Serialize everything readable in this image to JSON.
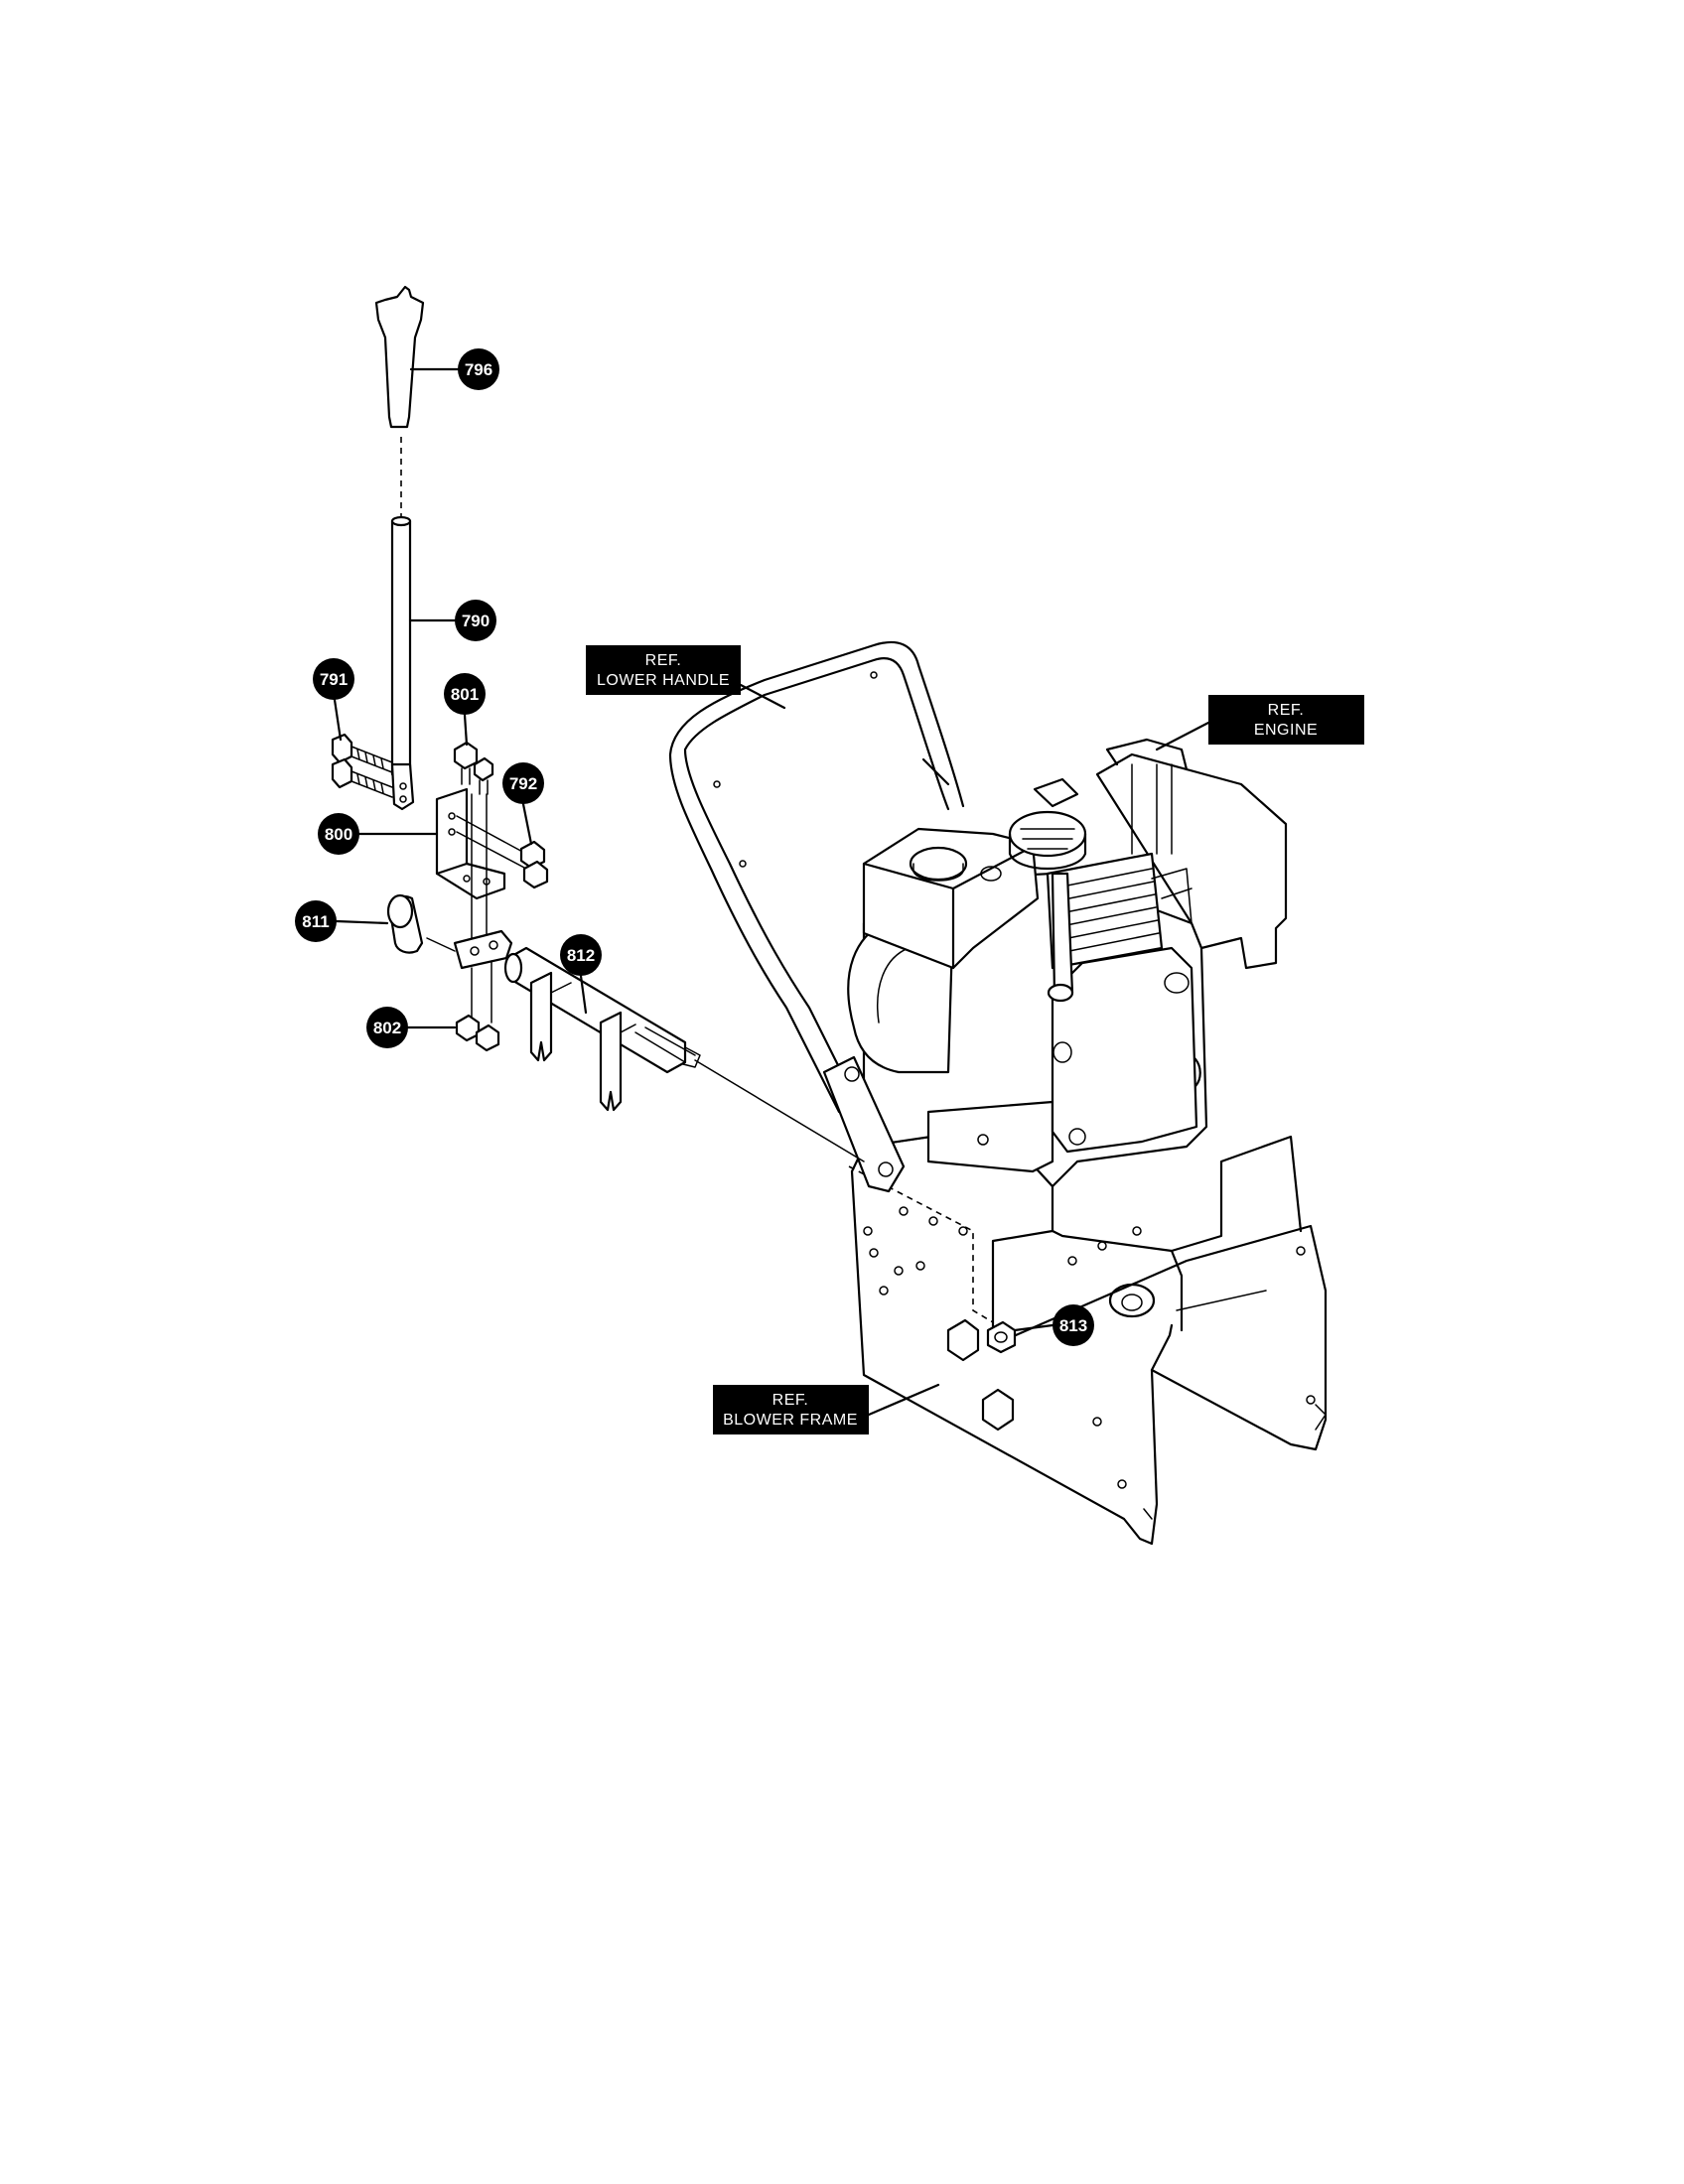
{
  "callouts": [
    {
      "id": "796",
      "label": "796"
    },
    {
      "id": "790",
      "label": "790"
    },
    {
      "id": "791",
      "label": "791"
    },
    {
      "id": "801",
      "label": "801"
    },
    {
      "id": "792",
      "label": "792"
    },
    {
      "id": "800",
      "label": "800"
    },
    {
      "id": "811",
      "label": "811"
    },
    {
      "id": "812",
      "label": "812"
    },
    {
      "id": "802",
      "label": "802"
    },
    {
      "id": "813",
      "label": "813"
    }
  ],
  "references": {
    "lower_handle": {
      "line1": "REF.",
      "line2": "LOWER HANDLE"
    },
    "engine": {
      "line1": "REF.",
      "line2": "ENGINE"
    },
    "blower_frame": {
      "line1": "REF.",
      "line2": "BLOWER FRAME"
    }
  },
  "colors": {
    "ink": "#000000",
    "paper": "#ffffff"
  }
}
